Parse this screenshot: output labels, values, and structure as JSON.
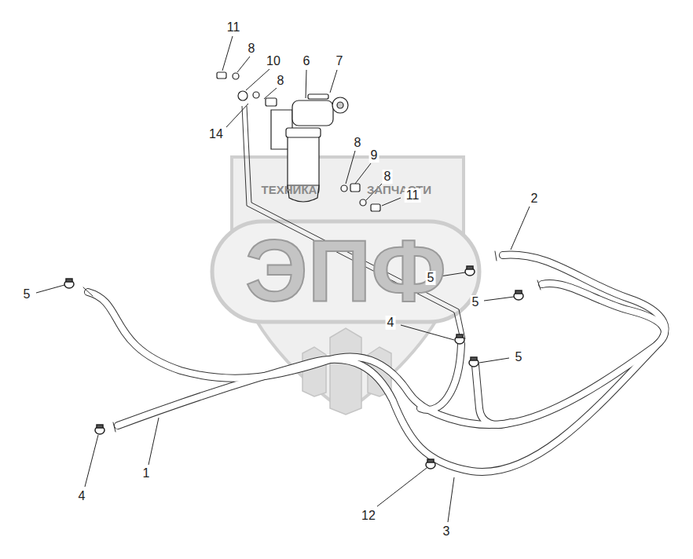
{
  "diagram": {
    "labels": [
      "ТЕХНИКА",
      "ЗАПЧАСТИ",
      "ЭПФ",
      "11",
      "8",
      "10",
      "6",
      "7",
      "8",
      "14",
      "8",
      "9",
      "8",
      "11",
      "2",
      "5",
      "5",
      "4",
      "5",
      "5",
      "4",
      "1",
      "12",
      "3"
    ]
  }
}
